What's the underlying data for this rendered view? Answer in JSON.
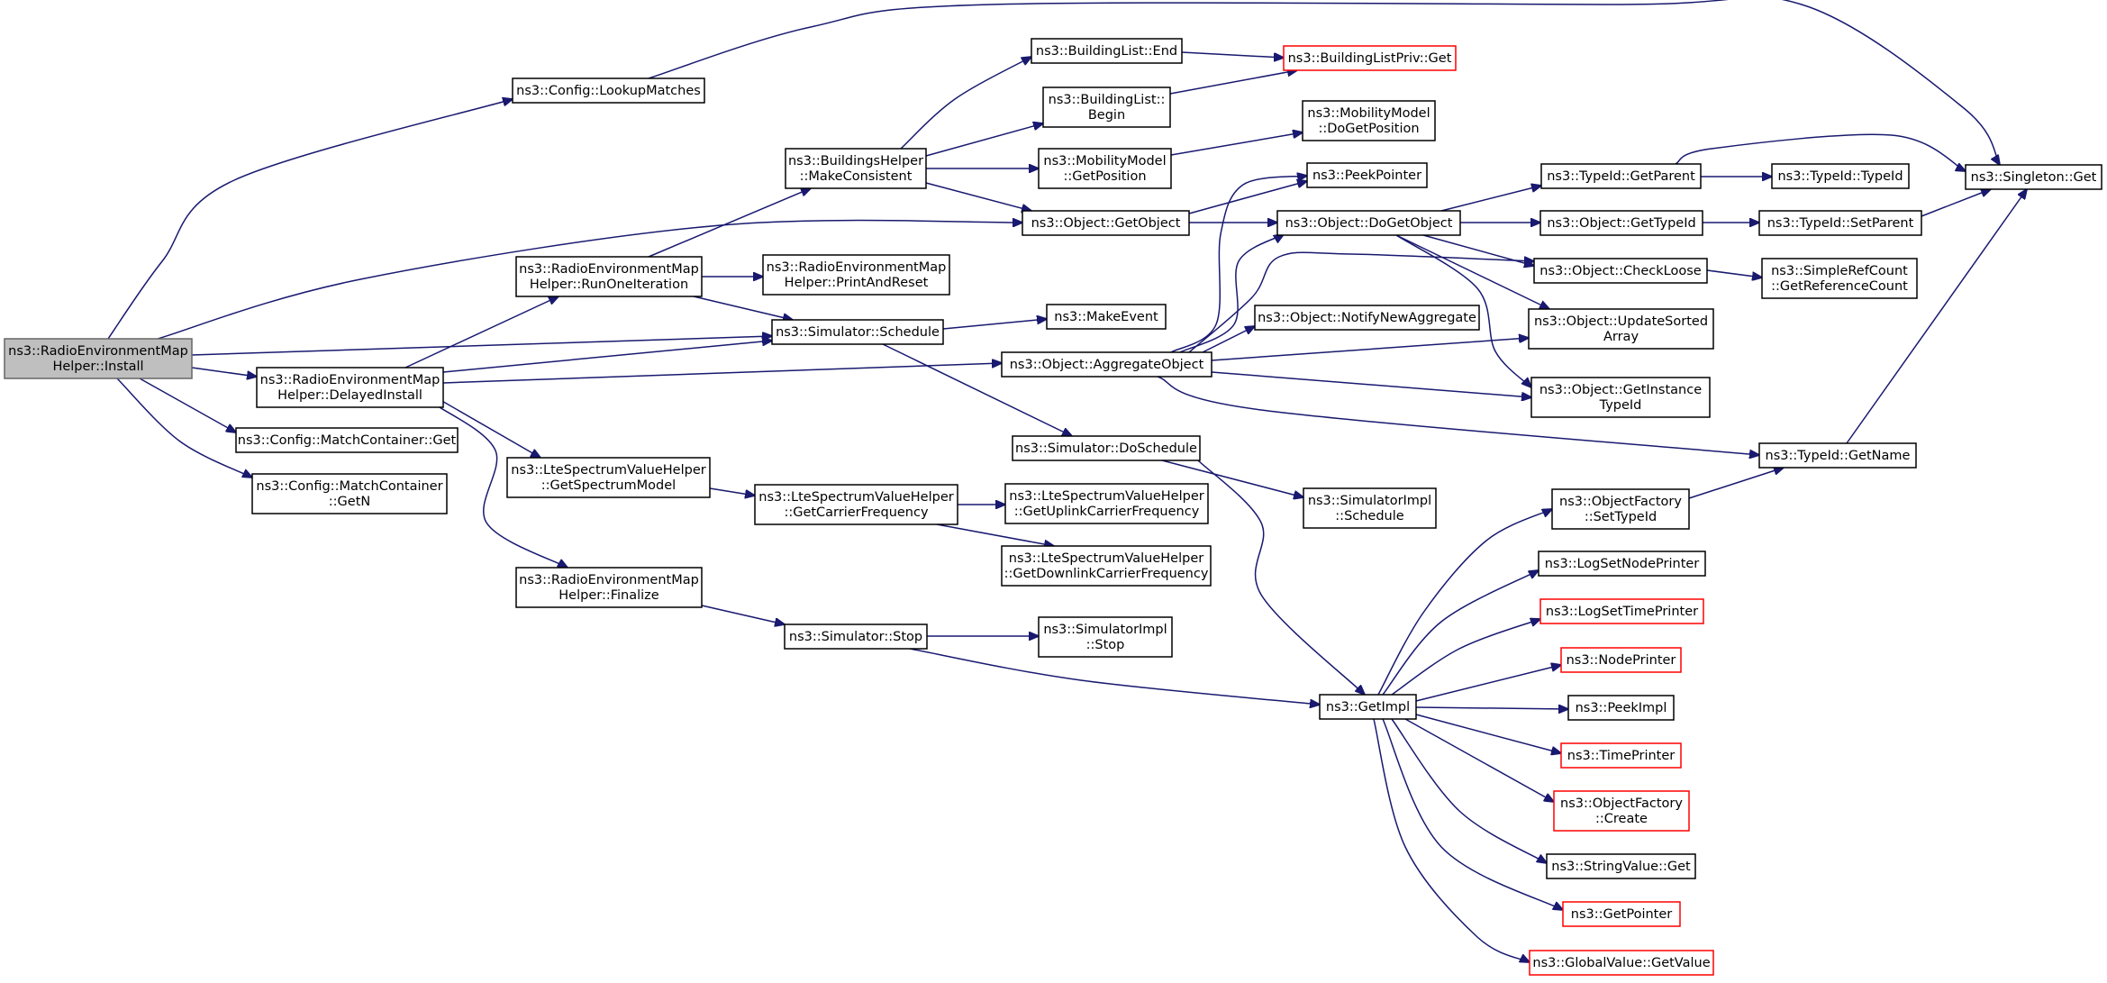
{
  "colors": {
    "edge": "#191970",
    "node_border": "#000000",
    "root_fill": "#bfbfbf",
    "root_border": "#666666",
    "highlight_border": "#ff0000"
  },
  "nodes": [
    {
      "id": "install",
      "lines": [
        "ns3::RadioEnvironmentMap",
        "Helper::Install"
      ],
      "style": "root"
    },
    {
      "id": "lookup",
      "lines": [
        "ns3::Config::LookupMatches"
      ],
      "style": "normal"
    },
    {
      "id": "delayed",
      "lines": [
        "ns3::RadioEnvironmentMap",
        "Helper::DelayedInstall"
      ],
      "style": "normal"
    },
    {
      "id": "mcget",
      "lines": [
        "ns3::Config::MatchContainer::Get"
      ],
      "style": "normal"
    },
    {
      "id": "mcgetn",
      "lines": [
        "ns3::Config::MatchContainer",
        "::GetN"
      ],
      "style": "normal"
    },
    {
      "id": "runone",
      "lines": [
        "ns3::RadioEnvironmentMap",
        "Helper::RunOneIteration"
      ],
      "style": "normal"
    },
    {
      "id": "ltegsm",
      "lines": [
        "ns3::LteSpectrumValueHelper",
        "::GetSpectrumModel"
      ],
      "style": "normal"
    },
    {
      "id": "finalize",
      "lines": [
        "ns3::RadioEnvironmentMap",
        "Helper::Finalize"
      ],
      "style": "normal"
    },
    {
      "id": "makeconsistent",
      "lines": [
        "ns3::BuildingsHelper",
        "::MakeConsistent"
      ],
      "style": "normal"
    },
    {
      "id": "printreset",
      "lines": [
        "ns3::RadioEnvironmentMap",
        "Helper::PrintAndReset"
      ],
      "style": "normal"
    },
    {
      "id": "schedule",
      "lines": [
        "ns3::Simulator::Schedule"
      ],
      "style": "normal"
    },
    {
      "id": "ltecarrier",
      "lines": [
        "ns3::LteSpectrumValueHelper",
        "::GetCarrierFrequency"
      ],
      "style": "normal"
    },
    {
      "id": "stop",
      "lines": [
        "ns3::Simulator::Stop"
      ],
      "style": "normal"
    },
    {
      "id": "blend",
      "lines": [
        "ns3::BuildingList::End"
      ],
      "style": "normal"
    },
    {
      "id": "blbegin",
      "lines": [
        "ns3::BuildingList::",
        "Begin"
      ],
      "style": "normal"
    },
    {
      "id": "mmgetpos",
      "lines": [
        "ns3::MobilityModel",
        "::GetPosition"
      ],
      "style": "normal"
    },
    {
      "id": "getobject",
      "lines": [
        "ns3::Object::GetObject"
      ],
      "style": "normal"
    },
    {
      "id": "makeevent",
      "lines": [
        "ns3::MakeEvent"
      ],
      "style": "normal"
    },
    {
      "id": "aggregate",
      "lines": [
        "ns3::Object::AggregateObject"
      ],
      "style": "normal"
    },
    {
      "id": "doschedule",
      "lines": [
        "ns3::Simulator::DoSchedule"
      ],
      "style": "normal"
    },
    {
      "id": "lteuplink",
      "lines": [
        "ns3::LteSpectrumValueHelper",
        "::GetUplinkCarrierFrequency"
      ],
      "style": "normal"
    },
    {
      "id": "ltedownlink",
      "lines": [
        "ns3::LteSpectrumValueHelper",
        "::GetDownlinkCarrierFrequency"
      ],
      "style": "normal"
    },
    {
      "id": "simimplstop",
      "lines": [
        "ns3::SimulatorImpl",
        "::Stop"
      ],
      "style": "normal"
    },
    {
      "id": "blprivget",
      "lines": [
        "ns3::BuildingListPriv::Get"
      ],
      "style": "red"
    },
    {
      "id": "mmdogetpos",
      "lines": [
        "ns3::MobilityModel",
        "::DoGetPosition"
      ],
      "style": "normal"
    },
    {
      "id": "peekpointer",
      "lines": [
        "ns3::PeekPointer"
      ],
      "style": "normal"
    },
    {
      "id": "dogetobject",
      "lines": [
        "ns3::Object::DoGetObject"
      ],
      "style": "normal"
    },
    {
      "id": "notifyagg",
      "lines": [
        "ns3::Object::NotifyNewAggregate"
      ],
      "style": "normal"
    },
    {
      "id": "simimplsched",
      "lines": [
        "ns3::SimulatorImpl",
        "::Schedule"
      ],
      "style": "normal"
    },
    {
      "id": "getimpl",
      "lines": [
        "ns3::GetImpl"
      ],
      "style": "normal"
    },
    {
      "id": "tidgetparent",
      "lines": [
        "ns3::TypeId::GetParent"
      ],
      "style": "normal"
    },
    {
      "id": "objgettypeid",
      "lines": [
        "ns3::Object::GetTypeId"
      ],
      "style": "normal"
    },
    {
      "id": "checkloose",
      "lines": [
        "ns3::Object::CheckLoose"
      ],
      "style": "normal"
    },
    {
      "id": "updatesorted",
      "lines": [
        "ns3::Object::UpdateSorted",
        "Array"
      ],
      "style": "normal"
    },
    {
      "id": "getinstance",
      "lines": [
        "ns3::Object::GetInstance",
        "TypeId"
      ],
      "style": "normal"
    },
    {
      "id": "ofsettypeid",
      "lines": [
        "ns3::ObjectFactory",
        "::SetTypeId"
      ],
      "style": "normal"
    },
    {
      "id": "lognodeprinter",
      "lines": [
        "ns3::LogSetNodePrinter"
      ],
      "style": "normal"
    },
    {
      "id": "logtimeprinter",
      "lines": [
        "ns3::LogSetTimePrinter"
      ],
      "style": "red"
    },
    {
      "id": "nodeprinter",
      "lines": [
        "ns3::NodePrinter"
      ],
      "style": "red"
    },
    {
      "id": "peekimpl",
      "lines": [
        "ns3::PeekImpl"
      ],
      "style": "normal"
    },
    {
      "id": "timeprinter",
      "lines": [
        "ns3::TimePrinter"
      ],
      "style": "red"
    },
    {
      "id": "ofcreate",
      "lines": [
        "ns3::ObjectFactory",
        "::Create"
      ],
      "style": "red"
    },
    {
      "id": "stringvalue",
      "lines": [
        "ns3::StringValue::Get"
      ],
      "style": "normal"
    },
    {
      "id": "getpointer",
      "lines": [
        "ns3::GetPointer"
      ],
      "style": "red"
    },
    {
      "id": "globalvalue",
      "lines": [
        "ns3::GlobalValue::GetValue"
      ],
      "style": "red"
    },
    {
      "id": "tidtypeid",
      "lines": [
        "ns3::TypeId::TypeId"
      ],
      "style": "normal"
    },
    {
      "id": "tidsetparent",
      "lines": [
        "ns3::TypeId::SetParent"
      ],
      "style": "normal"
    },
    {
      "id": "refcount",
      "lines": [
        "ns3::SimpleRefCount",
        "::GetReferenceCount"
      ],
      "style": "normal"
    },
    {
      "id": "tidgetname",
      "lines": [
        "ns3::TypeId::GetName"
      ],
      "style": "normal"
    },
    {
      "id": "singleton",
      "lines": [
        "ns3::Singleton::Get"
      ],
      "style": "normal"
    }
  ]
}
